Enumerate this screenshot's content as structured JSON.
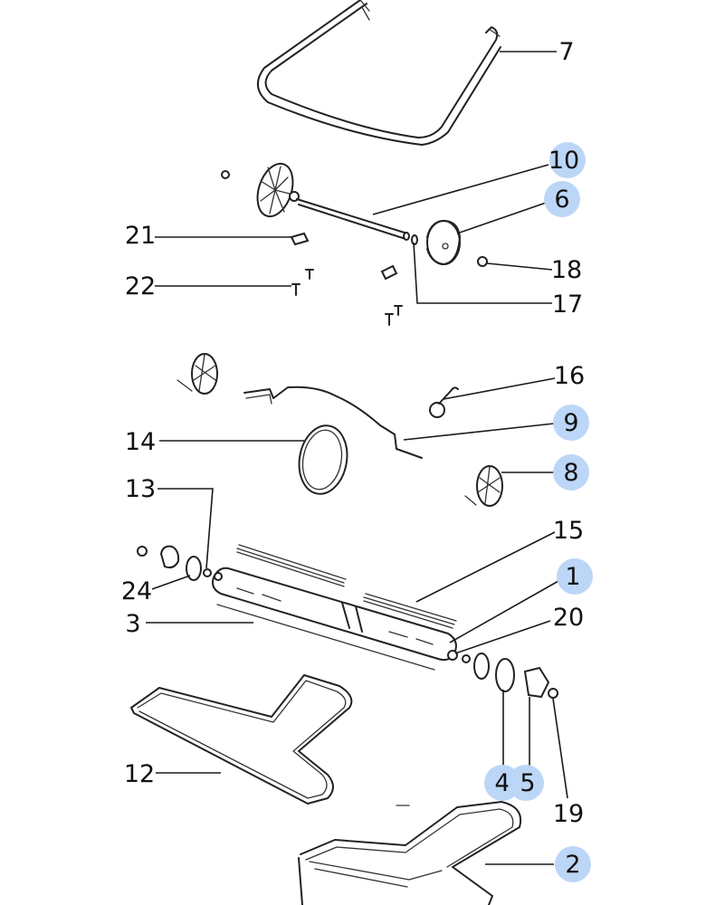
{
  "callouts": [
    {
      "id": "7",
      "label": "7",
      "highlighted": false
    },
    {
      "id": "10",
      "label": "10",
      "highlighted": true
    },
    {
      "id": "6",
      "label": "6",
      "highlighted": true
    },
    {
      "id": "21",
      "label": "21",
      "highlighted": false
    },
    {
      "id": "18",
      "label": "18",
      "highlighted": false
    },
    {
      "id": "22",
      "label": "22",
      "highlighted": false
    },
    {
      "id": "17",
      "label": "17",
      "highlighted": false
    },
    {
      "id": "16",
      "label": "16",
      "highlighted": false
    },
    {
      "id": "9",
      "label": "9",
      "highlighted": true
    },
    {
      "id": "14",
      "label": "14",
      "highlighted": false
    },
    {
      "id": "8",
      "label": "8",
      "highlighted": true
    },
    {
      "id": "13",
      "label": "13",
      "highlighted": false
    },
    {
      "id": "15",
      "label": "15",
      "highlighted": false
    },
    {
      "id": "1",
      "label": "1",
      "highlighted": true
    },
    {
      "id": "24",
      "label": "24",
      "highlighted": false
    },
    {
      "id": "20",
      "label": "20",
      "highlighted": false
    },
    {
      "id": "3",
      "label": "3",
      "highlighted": false
    },
    {
      "id": "12",
      "label": "12",
      "highlighted": false
    },
    {
      "id": "4",
      "label": "4",
      "highlighted": true
    },
    {
      "id": "5",
      "label": "5",
      "highlighted": true
    },
    {
      "id": "19",
      "label": "19",
      "highlighted": false
    },
    {
      "id": "2",
      "label": "2",
      "highlighted": true
    }
  ],
  "colors": {
    "highlight": "#bcd6f7",
    "line": "#222222",
    "background": "#ffffff"
  }
}
